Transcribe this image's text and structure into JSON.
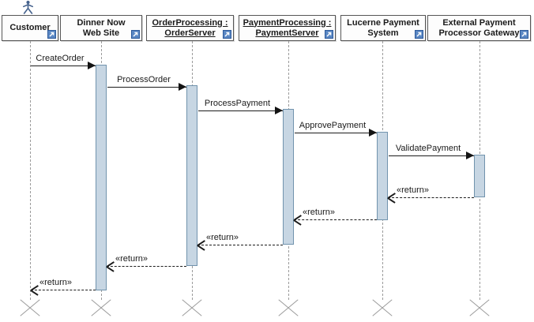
{
  "diagram": {
    "type": "uml-sequence-diagram",
    "participants": [
      {
        "name": "Customer",
        "line1": "Customer",
        "line2": "",
        "actor": true,
        "underlined": false
      },
      {
        "name": "Dinner Now Web Site",
        "line1": "Dinner Now",
        "line2": "Web Site",
        "actor": false,
        "underlined": false
      },
      {
        "name": "OrderProcessing : OrderServer",
        "line1": "OrderProcessing :",
        "line2": "OrderServer",
        "actor": false,
        "underlined": true
      },
      {
        "name": "PaymentProcessing : PaymentServer",
        "line1": "PaymentProcessing :",
        "line2": "PaymentServer",
        "actor": false,
        "underlined": true
      },
      {
        "name": "Lucerne Payment System",
        "line1": "Lucerne Payment",
        "line2": "System",
        "actor": false,
        "underlined": false
      },
      {
        "name": "External Payment Processor Gateway",
        "line1": "External Payment",
        "line2": "Processor Gateway",
        "actor": false,
        "underlined": false
      }
    ],
    "messages": [
      {
        "label": "CreateOrder",
        "from": "Customer",
        "to": "Dinner Now Web Site",
        "kind": "call"
      },
      {
        "label": "ProcessOrder",
        "from": "Dinner Now Web Site",
        "to": "OrderProcessing : OrderServer",
        "kind": "call"
      },
      {
        "label": "ProcessPayment",
        "from": "OrderProcessing : OrderServer",
        "to": "PaymentProcessing : PaymentServer",
        "kind": "call"
      },
      {
        "label": "ApprovePayment",
        "from": "PaymentProcessing : PaymentServer",
        "to": "Lucerne Payment System",
        "kind": "call"
      },
      {
        "label": "ValidatePayment",
        "from": "Lucerne Payment System",
        "to": "External Payment Processor Gateway",
        "kind": "call"
      },
      {
        "label": "«return»",
        "from": "External Payment Processor Gateway",
        "to": "Lucerne Payment System",
        "kind": "return"
      },
      {
        "label": "«return»",
        "from": "Lucerne Payment System",
        "to": "PaymentProcessing : PaymentServer",
        "kind": "return"
      },
      {
        "label": "«return»",
        "from": "PaymentProcessing : PaymentServer",
        "to": "OrderProcessing : OrderServer",
        "kind": "return"
      },
      {
        "label": "«return»",
        "from": "OrderProcessing : OrderServer",
        "to": "Dinner Now Web Site",
        "kind": "return"
      },
      {
        "label": "«return»",
        "from": "Dinner Now Web Site",
        "to": "Customer",
        "kind": "return"
      }
    ],
    "icons": {
      "actor": "actor-icon",
      "box_corner": "navigate-icon",
      "lifeline_end": "x-destruction-mark"
    },
    "colors": {
      "activation_fill": "#c7d6e3",
      "activation_border": "#7193ad",
      "box_border": "#565656",
      "lifeline": "#9b9b9b",
      "arrow": "#1c1c1c",
      "actor_blue": "#44618c",
      "nav_icon_blue": "#5b88c4",
      "xmark_gray": "#9c9c9c"
    }
  }
}
